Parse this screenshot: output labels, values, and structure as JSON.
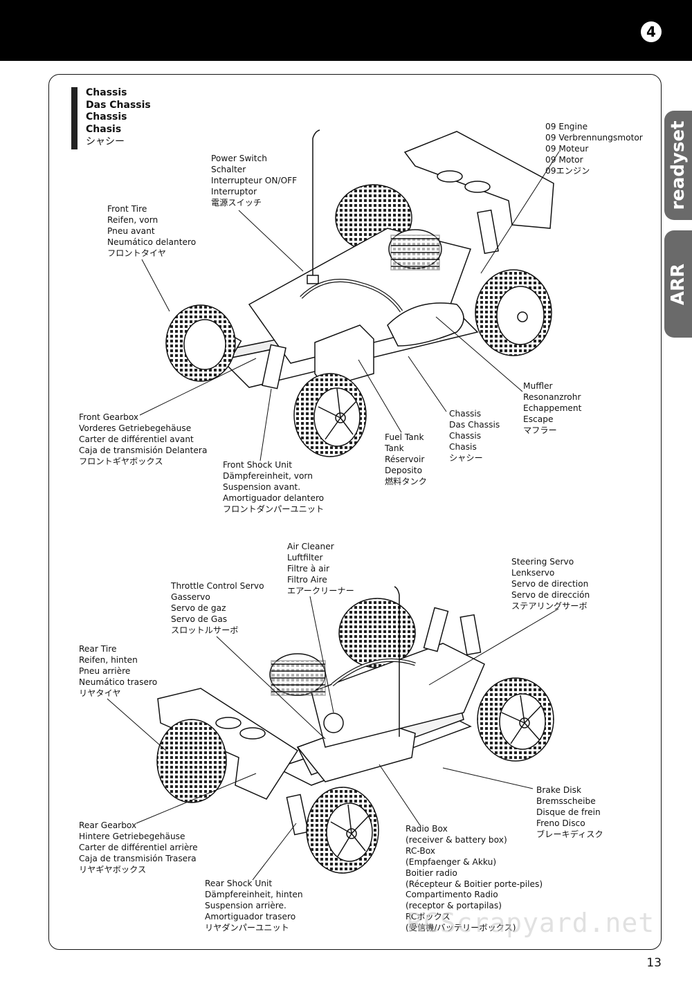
{
  "header": {
    "step_number": "4"
  },
  "side_tabs": [
    "readyset",
    "ARR"
  ],
  "title": [
    "Chassis",
    "Das Chassis",
    "Chassis",
    "Chasis",
    "シャシー"
  ],
  "top_labels": {
    "power_switch": [
      "Power Switch",
      "Schalter",
      "Interrupteur ON/OFF",
      "Interruptor",
      "電源スイッチ"
    ],
    "front_tire": [
      "Front Tire",
      "Reifen, vorn",
      "Pneu avant",
      "Neumático delantero",
      "フロントタイヤ"
    ],
    "engine": [
      "09 Engine",
      "09 Verbrennungsmotor",
      "09 Moteur",
      "09 Motor",
      "09エンジン"
    ],
    "muffler": [
      "Muffler",
      "Resonanzrohr",
      "Echappement",
      "Escape",
      "マフラー"
    ],
    "chassis": [
      "Chassis",
      "Das Chassis",
      "Chassis",
      "Chasis",
      "シャシー"
    ],
    "fuel_tank": [
      "Fuel Tank",
      "Tank",
      "Réservoir",
      "Deposito",
      "燃料タンク"
    ],
    "front_gearbox": [
      "Front Gearbox",
      "Vorderes Getriebegehäuse",
      "Carter de différentiel avant",
      "Caja de transmisión Delantera",
      "フロントギヤボックス"
    ],
    "front_shock": [
      "Front Shock Unit",
      "Dämpfereinheit, vorn",
      "Suspension avant.",
      "Amortiguador delantero",
      "フロントダンパーユニット"
    ]
  },
  "bottom_labels": {
    "air_cleaner": [
      "Air Cleaner",
      "Luftfilter",
      "Filtre à air",
      "Filtro Aire",
      "エアークリーナー"
    ],
    "steering_servo": [
      "Steering Servo",
      "Lenkservo",
      "Servo de direction",
      "Servo de dirección",
      "ステアリングサーボ"
    ],
    "throttle_servo": [
      "Throttle Control Servo",
      "Gasservo",
      "Servo de gaz",
      "Servo de Gas",
      "スロットルサーボ"
    ],
    "rear_tire": [
      "Rear Tire",
      "Reifen, hinten",
      "Pneu arrière",
      "Neumático trasero",
      "リヤタイヤ"
    ],
    "brake_disk": [
      "Brake Disk",
      "Bremsscheibe",
      "Disque de frein",
      "Freno Disco",
      "ブレーキディスク"
    ],
    "rear_gearbox": [
      "Rear Gearbox",
      "Hintere Getriebegehäuse",
      "Carter de différentiel arrière",
      "Caja de transmisión Trasera",
      "リヤギヤボックス"
    ],
    "radio_box": [
      "Radio Box",
      " (receiver & battery box)",
      "RC-Box",
      " (Empfaenger & Akku)",
      "Boitier radio",
      " (Récepteur & Boitier porte-piles)",
      "Compartimento Radio",
      " (receptor & portapilas)",
      "RCボックス",
      "(受信機/バッテリーボックス)"
    ],
    "rear_shock": [
      "Rear Shock Unit",
      "Dämpfereinheit, hinten",
      "Suspension arrière.",
      "Amortiguador trasero",
      "リヤダンパーユニット"
    ]
  },
  "page_number": "13",
  "watermark": "RCScrapyard.net"
}
